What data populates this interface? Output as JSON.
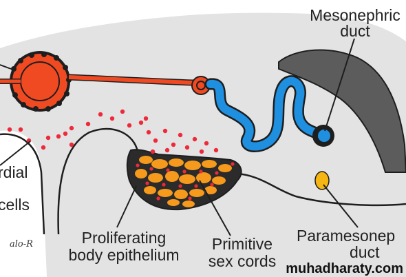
{
  "labels": {
    "mesonephric_line1": "Mesonephric",
    "mesonephric_line2": "duct",
    "cells_line1": "rdial",
    "cells_line2": "cells",
    "proliferating_line1": "Proliferating",
    "proliferating_line2": "body epithelium",
    "primitive_line1": "Primitive",
    "primitive_line2": "sex cords",
    "paramesonephric_line1": "Paramesonep",
    "paramesonephric_line2": "duct"
  },
  "signature": "alo-R",
  "watermark": "muhadharaty.com",
  "colors": {
    "background": "#ffffff",
    "tissue_gray": "#e3e3e3",
    "dark_gray": "#5c5c5c",
    "outline": "#1e1e1e",
    "tubule_red": "#f04a22",
    "duct_blue": "#1f8fe0",
    "gland_orange": "#f59a1c",
    "germ_cell_red": "#ee2a3a",
    "paramesonephric_yellow": "#f5b512"
  }
}
